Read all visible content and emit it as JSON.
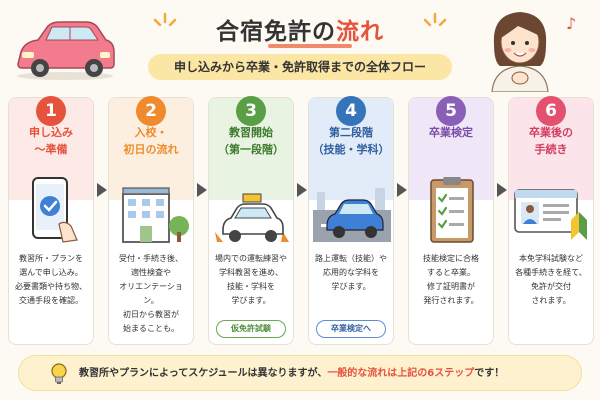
{
  "header": {
    "title_part1": "合宿免許の",
    "title_part2": "流れ",
    "subtitle": "申し込みから卒業・免許取得までの全体フロー"
  },
  "colors": {
    "step1": "#e5533d",
    "step2": "#ef8b2c",
    "step3": "#5a9e45",
    "step4": "#3573bb",
    "step5": "#8a5fb8",
    "step6": "#e4506f",
    "accent": "#e5533d"
  },
  "steps": [
    {
      "number": "1",
      "title": "申し込み\n〜準備",
      "icon": "smartphone-check-icon",
      "description": "教習所・プランを\n選んで申し込み。\n必要書類や持ち物、\n交通手段を確認。",
      "badge": ""
    },
    {
      "number": "2",
      "title": "入校・\n初日の流れ",
      "icon": "school-building-icon",
      "description": "受付・手続き後、\n適性検査や\nオリエンテーション。\n初日から教習が\n始まることも。",
      "badge": ""
    },
    {
      "number": "3",
      "title": "教習開始\n（第一段階）",
      "icon": "driving-school-car-icon",
      "description": "場内での運転練習や\n学科教習を進め、\n技能・学科を\n学びます。",
      "badge": "仮免許試験"
    },
    {
      "number": "4",
      "title": "第二段階\n（技能・学科）",
      "icon": "car-on-road-icon",
      "description": "路上運転（技能）や\n応用的な学科を\n学びます。",
      "badge": "卒業検定へ"
    },
    {
      "number": "5",
      "title": "卒業検定",
      "icon": "clipboard-checklist-icon",
      "description": "技能検定に合格\nすると卒業。\n修了証明書が\n発行されます。",
      "badge": ""
    },
    {
      "number": "6",
      "title": "卒業後の\n手続き",
      "icon": "license-card-icon",
      "description": "本免学科試験など\n各種手続きを経て、\n免許が交付\nされます。",
      "badge": ""
    }
  ],
  "footer": {
    "icon": "lightbulb-icon",
    "text_part1": "教習所やプランによってスケジュールは異なりますが、",
    "text_highlight": "一般的な流れは上記の6ステップ",
    "text_part2": "です！"
  }
}
